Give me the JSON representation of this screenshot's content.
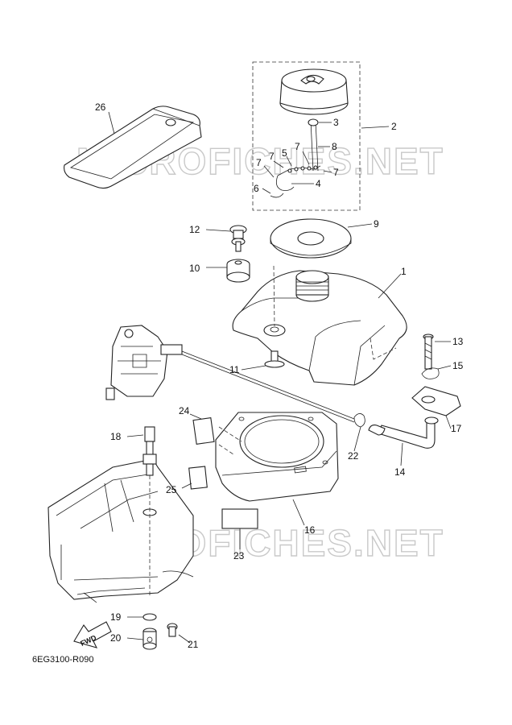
{
  "diagram_code": "6EG3100-R090",
  "watermarks": [
    "MICROFICHES.NET",
    "MICROFICHES.NET"
  ],
  "fwd_label": "FWD",
  "callouts": [
    {
      "n": "1"
    },
    {
      "n": "2"
    },
    {
      "n": "3"
    },
    {
      "n": "4"
    },
    {
      "n": "5"
    },
    {
      "n": "6"
    },
    {
      "n": "7"
    },
    {
      "n": "8"
    },
    {
      "n": "9"
    },
    {
      "n": "10"
    },
    {
      "n": "11"
    },
    {
      "n": "12"
    },
    {
      "n": "13"
    },
    {
      "n": "14"
    },
    {
      "n": "15"
    },
    {
      "n": "16"
    },
    {
      "n": "17"
    },
    {
      "n": "18"
    },
    {
      "n": "19"
    },
    {
      "n": "20"
    },
    {
      "n": "21"
    },
    {
      "n": "22"
    },
    {
      "n": "23"
    },
    {
      "n": "24"
    },
    {
      "n": "25"
    },
    {
      "n": "26"
    }
  ]
}
